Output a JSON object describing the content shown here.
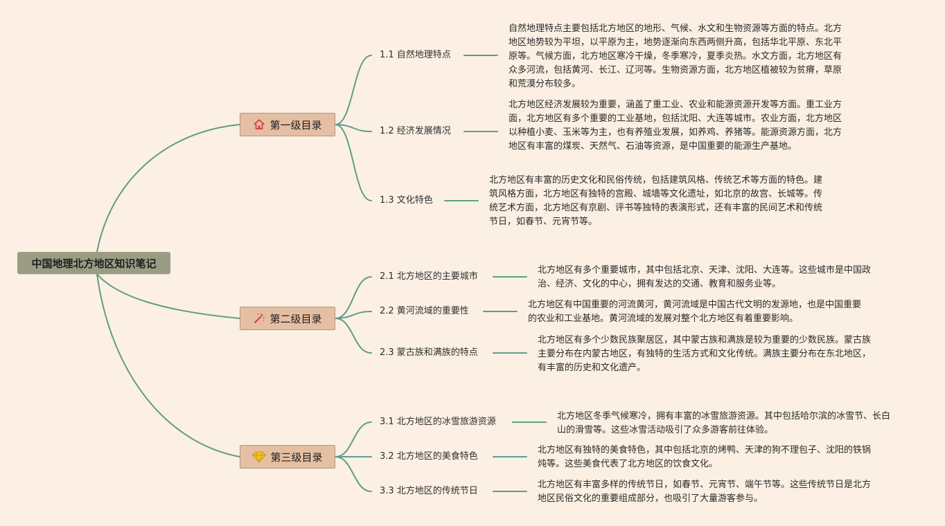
{
  "root": {
    "label": "中国地理北方地区知识笔记"
  },
  "branches": [
    {
      "label": "第一级目录",
      "icon": "home-icon",
      "children": [
        {
          "label": "1.1 自然地理特点",
          "text": "自然地理特点主要包括北方地区的地形、气候、水文和生物资源等方面的特点。北方地区地势较为平坦，以平原为主，地势逐渐向东西两侧升高，包括华北平原、东北平原等。气候方面，北方地区寒冷干燥，冬季寒冷，夏季炎热。水文方面，北方地区有众多河流，包括黄河、长江、辽河等。生物资源方面，北方地区植被较为贫瘠，草原和荒漠分布较多。"
        },
        {
          "label": "1.2 经济发展情况",
          "text": "北方地区经济发展较为重要，涵盖了重工业、农业和能源资源开发等方面。重工业方面，北方地区有多个重要的工业基地，包括沈阳、大连等城市。农业方面，北方地区以种植小麦、玉米等为主，也有养殖业发展，如养鸡、养猪等。能源资源方面，北方地区有丰富的煤炭、天然气、石油等资源，是中国重要的能源生产基地。"
        },
        {
          "label": "1.3 文化特色",
          "text": "北方地区有丰富的历史文化和民俗传统，包括建筑风格、传统艺术等方面的特色。建筑风格方面，北方地区有独特的宫殿、城墙等文化遗址，如北京的故宫、长城等。传统艺术方面，北方地区有京剧、评书等独特的表演形式，还有丰富的民间艺术和传统节日，如春节、元宵节等。"
        }
      ]
    },
    {
      "label": "第二级目录",
      "icon": "magic-wand-icon",
      "children": [
        {
          "label": "2.1 北方地区的主要城市",
          "text": "北方地区有多个重要城市，其中包括北京、天津、沈阳、大连等。这些城市是中国政治、经济、文化的中心，拥有发达的交通、教育和服务业等。"
        },
        {
          "label": "2.2 黄河流域的重要性",
          "text": "北方地区有中国重要的河流黄河，黄河流域是中国古代文明的发源地，也是中国重要的农业和工业基地。黄河流域的发展对整个北方地区有着重要影响。"
        },
        {
          "label": "2.3 蒙古族和满族的特点",
          "text": "北方地区有多个少数民族聚居区，其中蒙古族和满族是较为重要的少数民族。蒙古族主要分布在内蒙古地区，有独特的生活方式和文化传统。满族主要分布在东北地区，有丰富的历史和文化遗产。"
        }
      ]
    },
    {
      "label": "第三级目录",
      "icon": "diamond-icon",
      "children": [
        {
          "label": "3.1 北方地区的冰雪旅游资源",
          "text": "北方地区冬季气候寒冷，拥有丰富的冰雪旅游资源。其中包括哈尔滨的冰雪节、长白山的滑雪等。这些冰雪活动吸引了众多游客前往体验。"
        },
        {
          "label": "3.2 北方地区的美食特色",
          "text": "北方地区有独特的美食特色，其中包括北京的烤鸭、天津的狗不理包子、沈阳的铁锅炖等。这些美食代表了北方地区的饮食文化。"
        },
        {
          "label": "3.3 北方地区的传统节日",
          "text": "北方地区有丰富多样的传统节日，如春节、元宵节、端午节等。这些传统节日是北方地区民俗文化的重要组成部分，也吸引了大量游客参与。"
        }
      ]
    }
  ],
  "colors": {
    "background": "#fbf0e3",
    "connector": "#5e9c8a",
    "root_fill": "#9a9d83",
    "branch_fill": "#e5bfa3",
    "icon_home": "#d9363e",
    "icon_wand": "#d9363e",
    "icon_diamond": "#f2c12e"
  }
}
